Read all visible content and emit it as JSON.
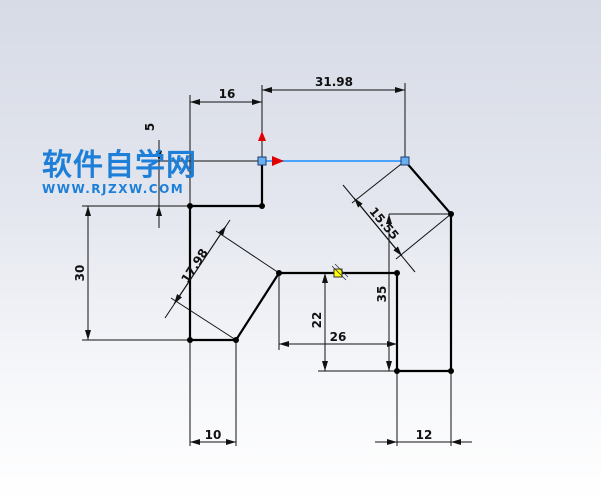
{
  "dimensions": {
    "d16": "16",
    "d31_98": "31.98",
    "d5": "5",
    "d30": "30",
    "d17_98": "17.98",
    "d15_55": "15.55",
    "d35": "35",
    "d22": "22",
    "d26": "26",
    "d10": "10",
    "d12": "12"
  },
  "watermark": {
    "title": "软件自学网",
    "url": "WWW.RJZXW.COM"
  },
  "colors": {
    "sketch_line": "#000000",
    "selected_line": "#4aa3ff",
    "selected_point": "#6ab0f0",
    "relation_point": "#ffff00",
    "origin_arrow": "#e00000",
    "watermark": "#1e7fd8"
  }
}
